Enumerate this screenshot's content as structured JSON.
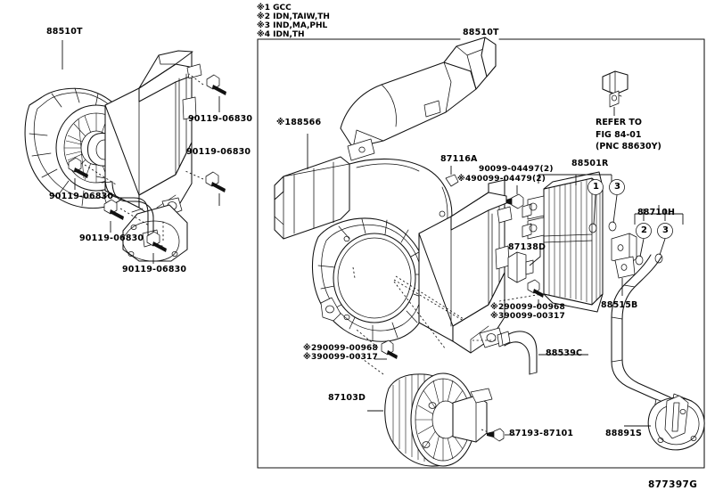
{
  "diagram": {
    "figure_code": "877397G",
    "legend": [
      "※1 GCC",
      "※2 IDN,TAIW,TH",
      "※3 IND,MA,PHL",
      "※4 IDN,TH"
    ],
    "reference_note": "REFER TO\nFIG 84-01\n(PNC 88630Y)",
    "left_panel": {
      "assembly_label": "88510T",
      "bolts": [
        {
          "id": "bolt-1",
          "label": "90119-06830"
        },
        {
          "id": "bolt-2",
          "label": "90119-06830"
        },
        {
          "id": "bolt-3",
          "label": "90119-06830"
        },
        {
          "id": "bolt-4",
          "label": "90119-06830"
        },
        {
          "id": "bolt-5",
          "label": "90119-06830"
        }
      ]
    },
    "right_panel": {
      "assembly_label": "88510T",
      "parts": [
        {
          "id": "cooler-case-duct",
          "label": "※188566"
        },
        {
          "id": "servo-motor",
          "label": "87116A"
        },
        {
          "id": "screw-upper",
          "label": "90099-04497(2)"
        },
        {
          "id": "screw-upper-alt",
          "label": "※490099-04479(2)"
        },
        {
          "id": "evaporator-core",
          "label": "88501R"
        },
        {
          "id": "expansion-valve-tube",
          "label": "88710H"
        },
        {
          "id": "thermistor",
          "label": "87138D"
        },
        {
          "id": "screw-mid-a",
          "label": "※290099-00968"
        },
        {
          "id": "screw-mid-b",
          "label": "※390099-00317"
        },
        {
          "id": "screw-low-a",
          "label": "※290099-00968"
        },
        {
          "id": "screw-low-b",
          "label": "※390099-00317"
        },
        {
          "id": "drain-hose",
          "label": "88539C"
        },
        {
          "id": "blower-motor",
          "label": "87103D"
        },
        {
          "id": "blower-screw",
          "label": "87193-87101"
        },
        {
          "id": "clamp",
          "label": "88515B"
        },
        {
          "id": "grommet",
          "label": "88891S"
        }
      ],
      "callout_circles": [
        {
          "id": "circle-1",
          "label": "1"
        },
        {
          "id": "circle-3a",
          "label": "3"
        },
        {
          "id": "circle-2",
          "label": "2"
        },
        {
          "id": "circle-3b",
          "label": "3"
        }
      ]
    },
    "colors": {
      "line": "#1a1a1a",
      "background": "#ffffff",
      "fill_light": "#ffffff"
    }
  }
}
